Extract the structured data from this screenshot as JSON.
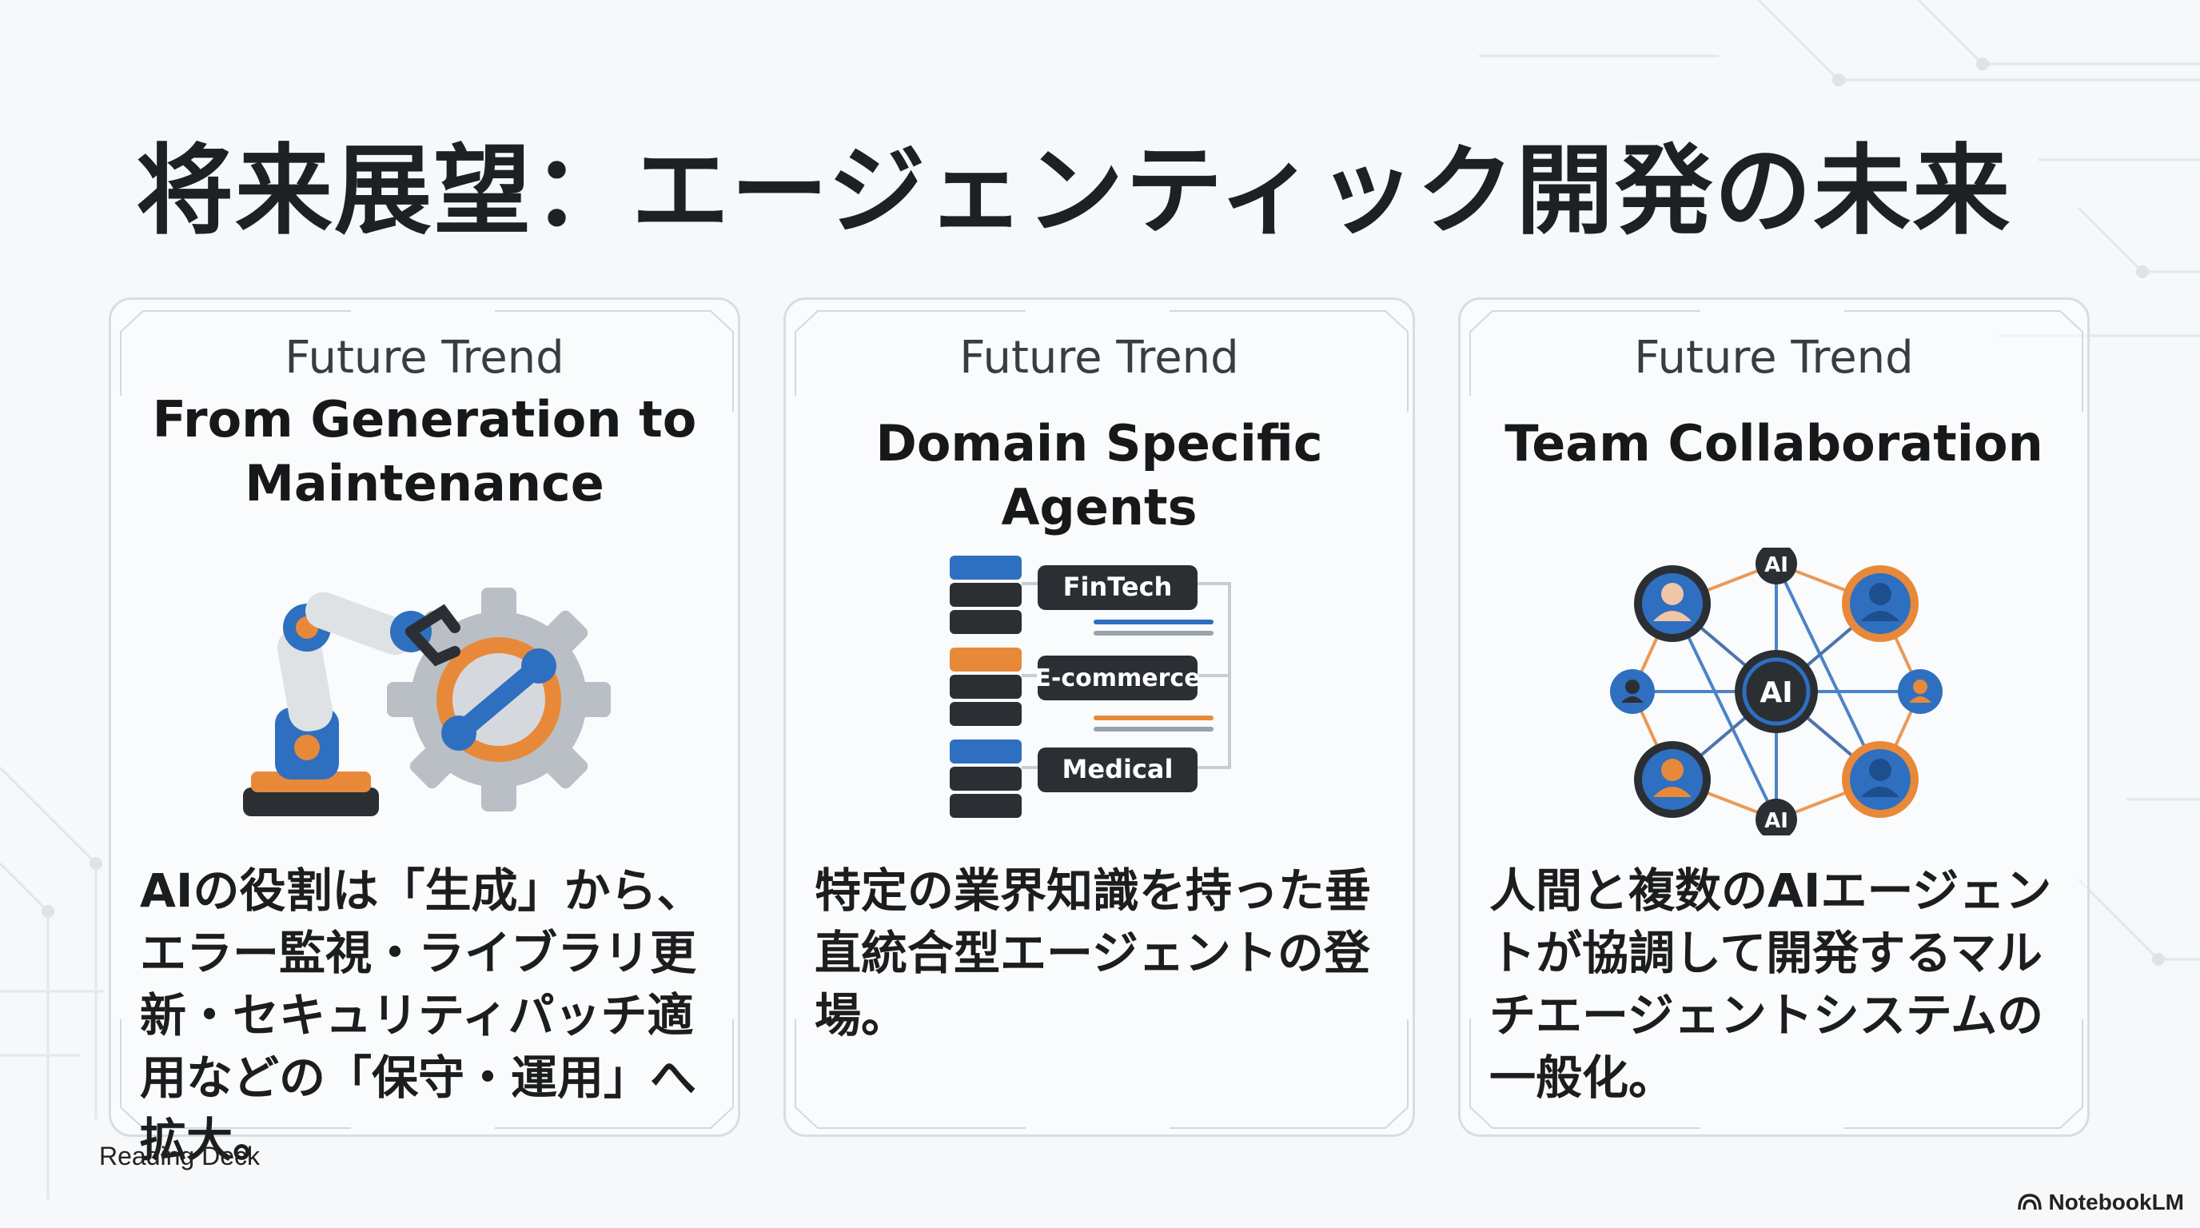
{
  "slide": {
    "title": "将来展望：エージェンティック開発の未来",
    "footer_left": "Reading Deck",
    "footer_right": "NotebookLM"
  },
  "cards": [
    {
      "eyebrow": "Future Trend",
      "title": "From Generation to Maintenance",
      "icon": "robot-arm-gear-icon",
      "body": "AIの役割は「生成」から、エラー監視・ライブラリ更新・セキュリティパッチ適用などの「保守・運用」へ拡大。"
    },
    {
      "eyebrow": "Future Trend",
      "title": "Domain Specific Agents",
      "icon": "domain-servers-icon",
      "domains": [
        "FinTech",
        "E-commerce",
        "Medical"
      ],
      "body": "特定の業界知識を持った垂直統合型エージェントの登場。"
    },
    {
      "eyebrow": "Future Trend",
      "title": "Team Collaboration",
      "icon": "agent-network-icon",
      "ai_labels": [
        "AI",
        "AI",
        "AI"
      ],
      "body": "人間と複数のAIエージェントが協調して開発するマルチエージェントシステムの一般化。"
    }
  ],
  "colors": {
    "orange": "#e8893a",
    "blue": "#2e6fc0",
    "dark": "#2b2f34",
    "frame": "#d9dde0"
  }
}
